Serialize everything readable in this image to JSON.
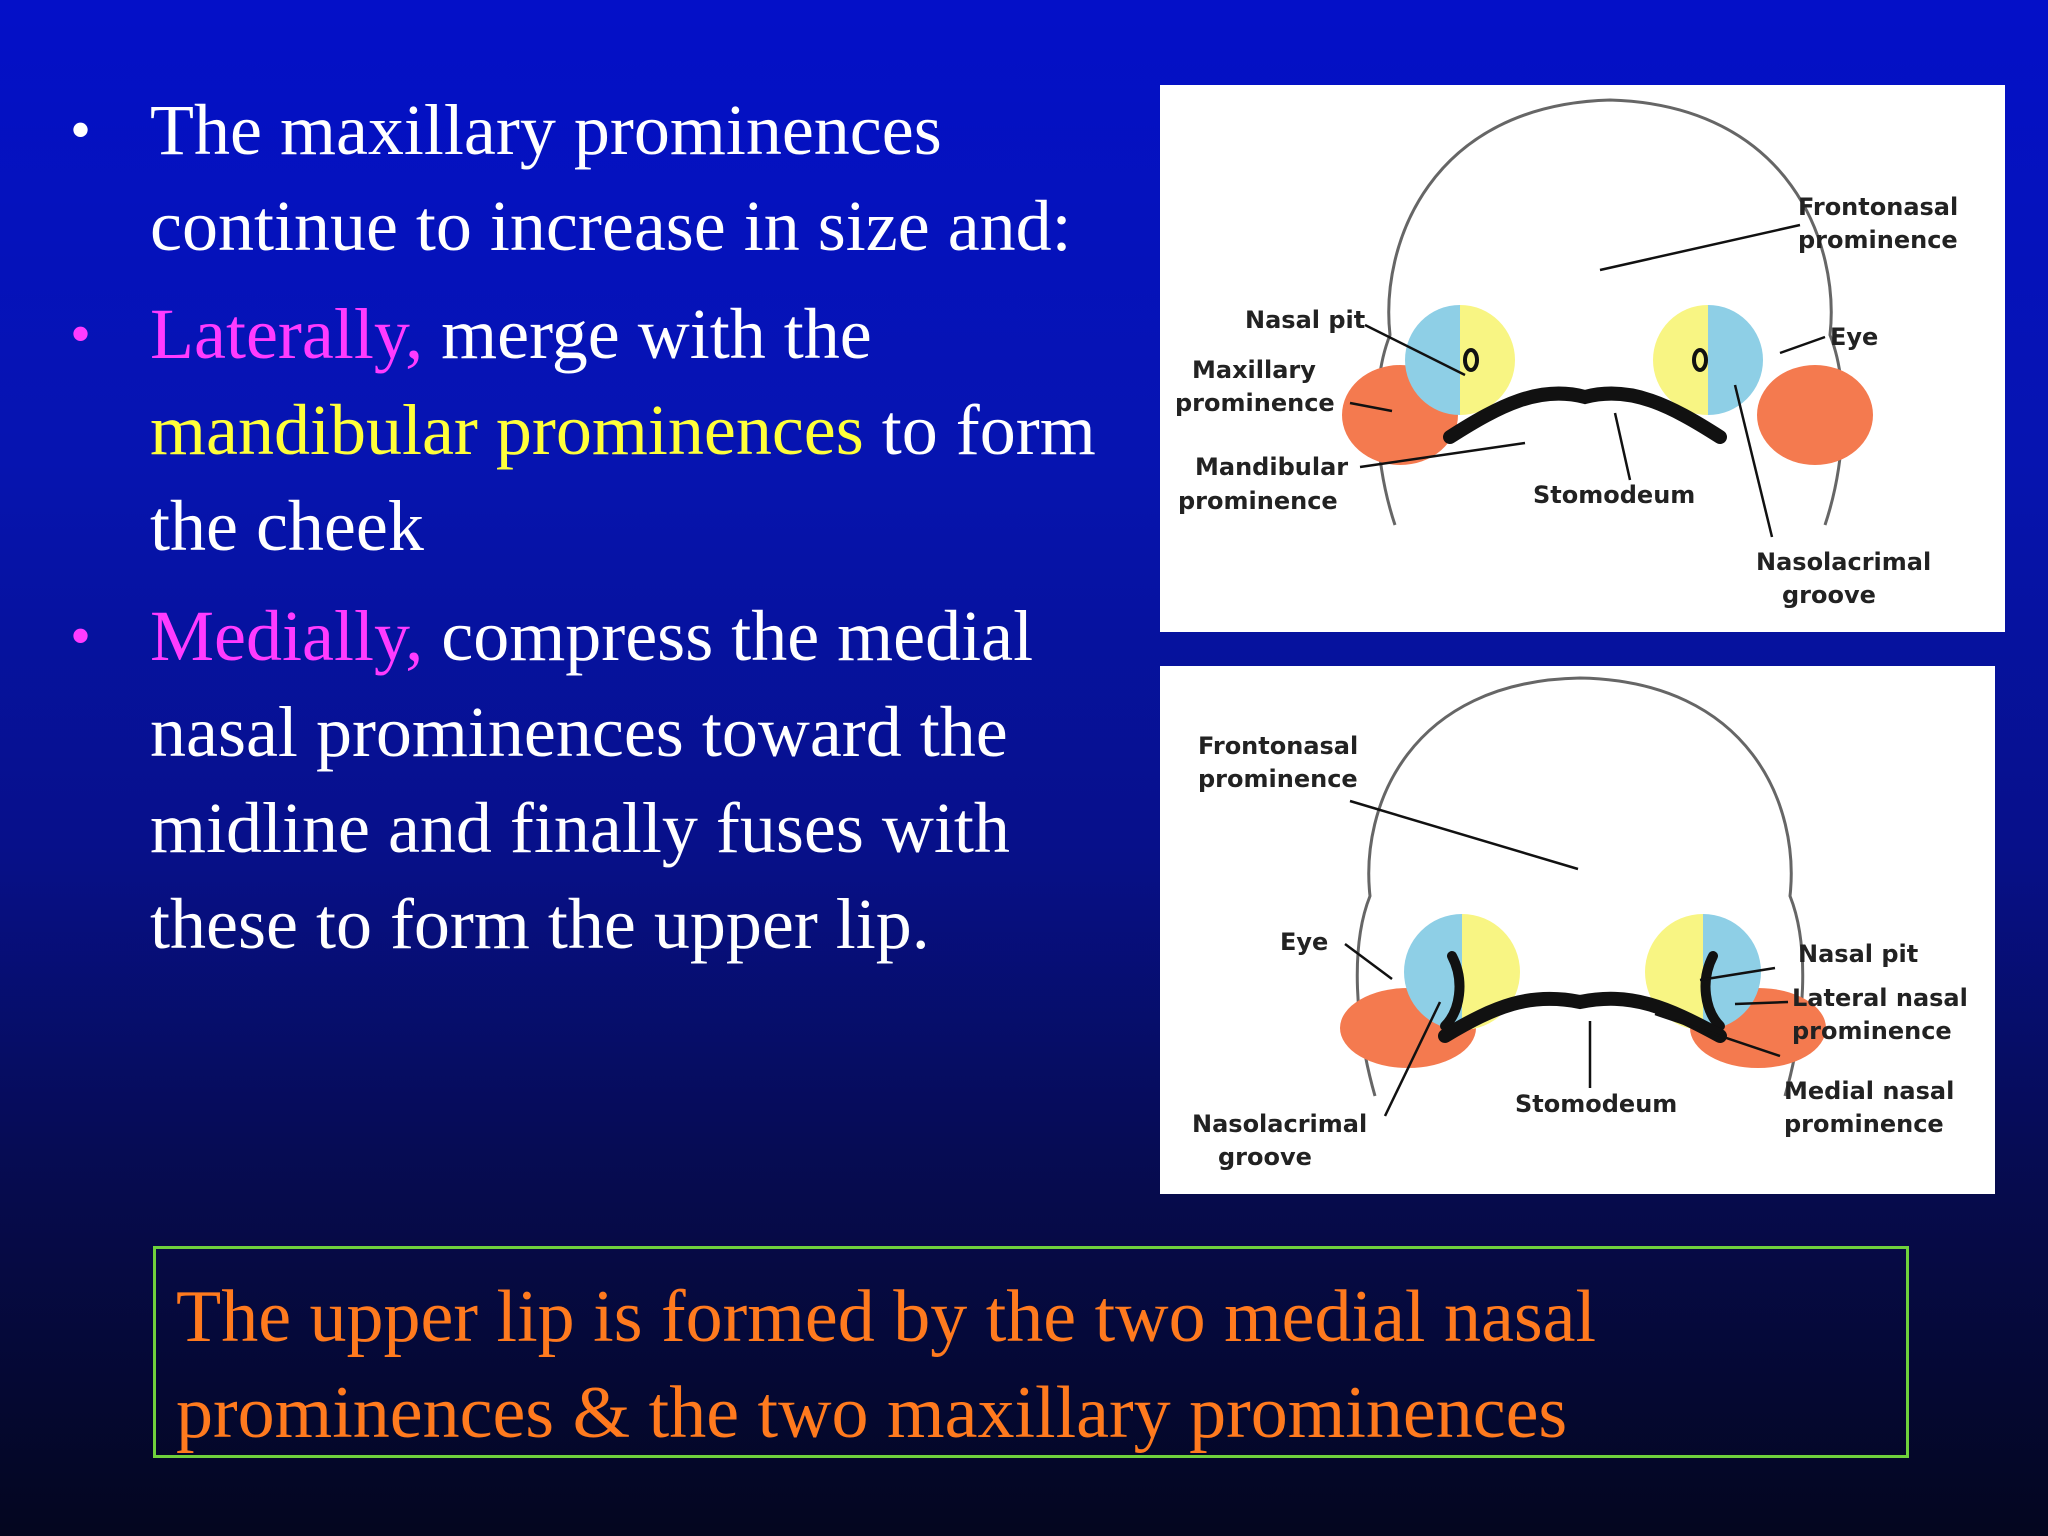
{
  "bullets": [
    {
      "parts": [
        "The maxillary  prominences continue to increase in size and:"
      ]
    },
    {
      "pink": "Laterally,",
      "text1": " merge with the ",
      "yellow": "mandibular prominences",
      "text2": " to form the cheek"
    },
    {
      "pink": "Medially,",
      "text1": " compress the medial nasal prominences toward the midline and finally fuses with these to form the upper lip."
    }
  ],
  "diagram_top": {
    "labels": {
      "frontonasal_1": "Frontonasal",
      "frontonasal_2": "prominence",
      "nasal_pit": "Nasal pit",
      "eye": "Eye",
      "maxillary_1": "Maxillary",
      "maxillary_2": "prominence",
      "mandibular_1": "Mandibular",
      "mandibular_2": "prominence",
      "stomodeum": "Stomodeum",
      "nasolacrimal_1": "Nasolacrimal",
      "nasolacrimal_2": "groove"
    }
  },
  "diagram_bottom": {
    "labels": {
      "frontonasal_1": "Frontonasal",
      "frontonasal_2": "prominence",
      "eye": "Eye",
      "nasal_pit": "Nasal pit",
      "lateral_1": "Lateral nasal",
      "lateral_2": "prominence",
      "medial_1": "Medial nasal",
      "medial_2": "prominence",
      "stomodeum": "Stomodeum",
      "nasolacrimal_1": "Nasolacrimal",
      "nasolacrimal_2": "groove"
    }
  },
  "summary": "The upper lip is formed by the two medial nasal prominences & the two maxillary  prominences",
  "colors": {
    "maxillary": "#f47a4f",
    "medial_nasal": "#f8f583",
    "lateral_nasal": "#8ecfe6",
    "highlight_pink": "#ff3bff",
    "highlight_yellow": "#ffff3a",
    "summary_text": "#ff7a1e",
    "summary_border": "#6fd13c"
  }
}
